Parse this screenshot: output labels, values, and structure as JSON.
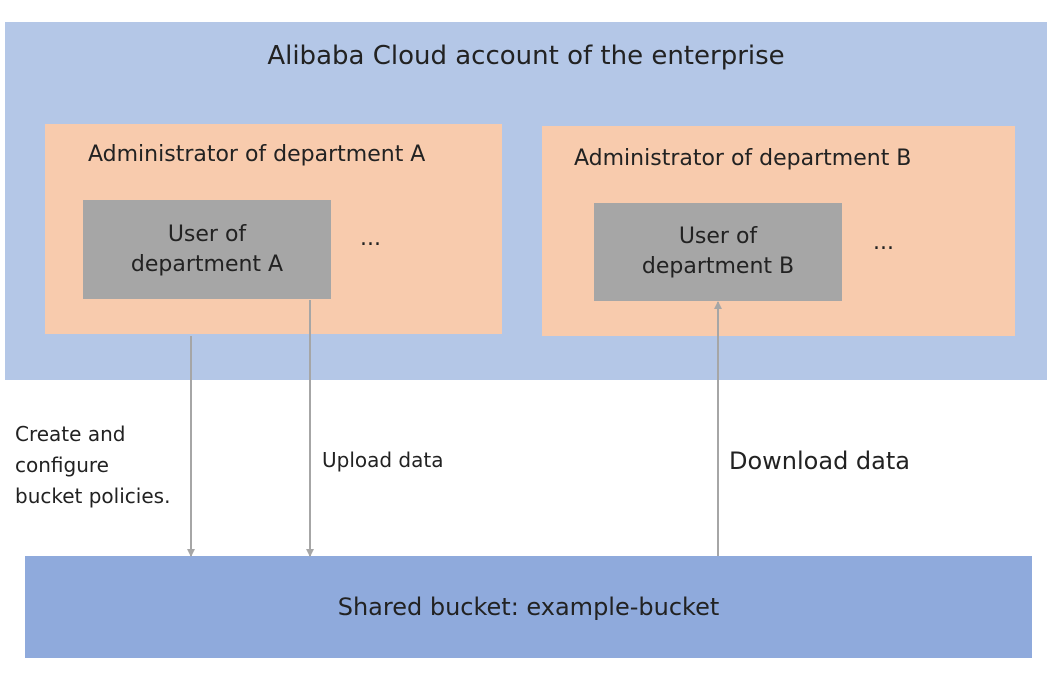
{
  "account": {
    "title": "Alibaba Cloud account of the enterprise"
  },
  "departments": {
    "a": {
      "admin": "Administrator of department A",
      "user_line1": "User of",
      "user_line2": "department A",
      "more": "..."
    },
    "b": {
      "admin": "Administrator of department B",
      "user_line1": "User of",
      "user_line2": "department B",
      "more": "..."
    }
  },
  "flows": {
    "create_line1": "Create and",
    "create_line2": "configure",
    "create_line3": "bucket policies.",
    "upload": "Upload data",
    "download": "Download data"
  },
  "bucket": {
    "label": "Shared bucket: example-bucket"
  },
  "colors": {
    "account": "#b4c7e7",
    "department": "#f8cbad",
    "user": "#a6a6a6",
    "bucket": "#8faadc",
    "arrow": "#a6a6a6"
  }
}
